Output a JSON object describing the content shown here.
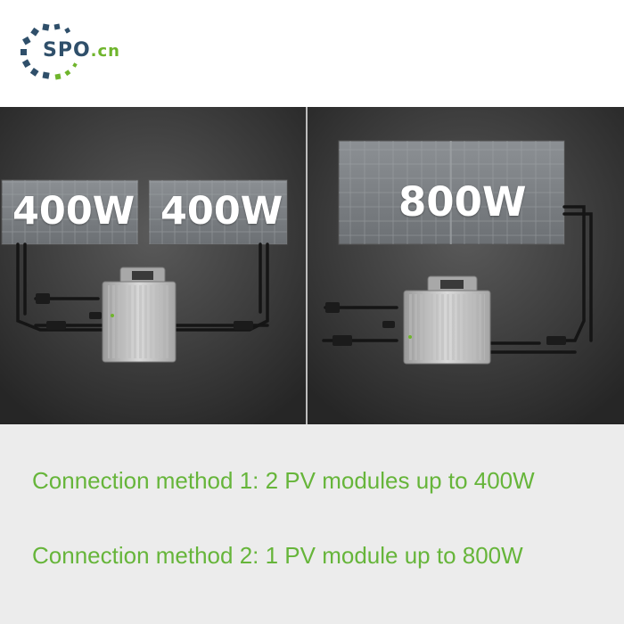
{
  "logo": {
    "brand": "SPO",
    "suffix": ".cn",
    "brand_color": "#2f4f6a",
    "accent_color": "#6fb52c"
  },
  "photos": {
    "left": {
      "panel_labels": [
        "400W",
        "400W"
      ]
    },
    "right": {
      "panel_labels": [
        "800W"
      ]
    }
  },
  "captions": [
    "Connection method 1: 2 PV modules up to 400W",
    "Connection method 2: 1 PV module up to 800W"
  ],
  "colors": {
    "caption_text": "#66b53a",
    "caption_background": "#ececec",
    "photo_background": "#2b2b2b"
  }
}
